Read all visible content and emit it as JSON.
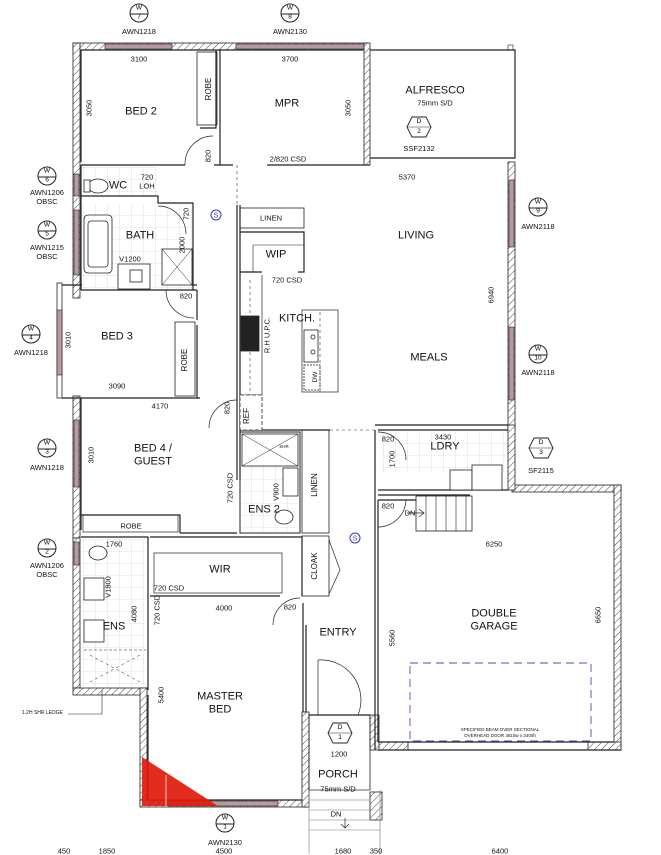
{
  "plan": {
    "rooms": {
      "bed2": "BED 2",
      "mpr": "MPR",
      "alfresco": "ALFRESCO",
      "alfresco_sub": "75mm S/D",
      "wc": "WC",
      "bath": "BATH",
      "linen_top": "LINEN",
      "wip": "WIP",
      "living": "LIVING",
      "bed3": "BED 3",
      "kitch": "KITCH.",
      "meals": "MEALS",
      "bed4_line1": "BED 4 /",
      "bed4_line2": "GUEST",
      "ens2": "ENS 2",
      "linen_mid": "LINEN",
      "ldry": "LDRY",
      "robe_bed4": "ROBE",
      "wir": "WIR",
      "cloak": "CLOAK",
      "ens": "ENS",
      "entry": "ENTRY",
      "double_garage_l1": "DOUBLE",
      "double_garage_l2": "GARAGE",
      "master_l1": "MASTER",
      "master_l2": "BED",
      "porch": "PORCH",
      "porch_sub": "75mm S/D",
      "robe_bed2": "ROBE",
      "robe_bed3": "ROBE",
      "ref": "REF",
      "shr": "SHR",
      "dw": "DW",
      "rh_upc": "R.H U.P.C."
    },
    "dimensions": {
      "bed2_width": "3100",
      "mpr_width": "3700",
      "bed2_depth": "3050",
      "mpr_depth": "3050",
      "bed2_door": "820",
      "mpr_door": "2/820 CSD",
      "alfresco_opening": "5370",
      "wc_door": "720",
      "wc_door_type": "LOH",
      "bath_door": "720",
      "bath_shower": "2000",
      "bath_vanity": "V1200",
      "bed3_door": "820",
      "bed3_depth": "3010",
      "bed3_width": "3090",
      "living_depth": "6940",
      "wip_door": "720 CSD",
      "hall_width": "4170",
      "bed4_door": "820",
      "bed4_depth": "3010",
      "ens2_door": "720 CSD",
      "ens2_vanity": "V900",
      "ldry_width": "3430",
      "ldry_depth": "1700",
      "ldry_door": "820",
      "garage_door_in": "820",
      "ens_width": "1760",
      "ens_vanity": "V1800",
      "ens_depth": "4080",
      "ens_door": "720 CSD",
      "wir_door": "720 CSD",
      "wir_width": "4000",
      "entry_door": "820",
      "garage_depth_left": "5560",
      "garage_width": "6250",
      "garage_depth_right": "6650",
      "master_depth": "5400",
      "porch_width": "1200",
      "bottom_450": "450",
      "bottom_1850": "1850",
      "bottom_4500": "4500",
      "bottom_1680": "1680",
      "bottom_350": "350",
      "bottom_6400": "6400"
    },
    "windows": [
      {
        "type": "W",
        "num": "7",
        "code": "AWN1218",
        "extra": ""
      },
      {
        "type": "W",
        "num": "8",
        "code": "AWN2130",
        "extra": ""
      },
      {
        "type": "W",
        "num": "6",
        "code": "AWN1206",
        "extra": "OBSC"
      },
      {
        "type": "W",
        "num": "5",
        "code": "AWN1215",
        "extra": "OBSC"
      },
      {
        "type": "W",
        "num": "4",
        "code": "AWN1218",
        "extra": ""
      },
      {
        "type": "W",
        "num": "3",
        "code": "AWN1218",
        "extra": ""
      },
      {
        "type": "W",
        "num": "2",
        "code": "AWN1206",
        "extra": "OBSC"
      },
      {
        "type": "W",
        "num": "1",
        "code": "AWN2130",
        "extra": ""
      },
      {
        "type": "W",
        "num": "9",
        "code": "AWN2118",
        "extra": ""
      },
      {
        "type": "W",
        "num": "10",
        "code": "AWN2118",
        "extra": ""
      }
    ],
    "doors": [
      {
        "type": "D",
        "num": "2",
        "code": "SSF2132"
      },
      {
        "type": "D",
        "num": "3",
        "code": "SF2115"
      },
      {
        "type": "D",
        "num": "1",
        "code": ""
      }
    ],
    "notes": {
      "shr_ledge": "1.2H SHR LEDGE",
      "garage_beam_l1": "SPECIFIED BEAM OVER SECTIONAL",
      "garage_beam_l2": "OVERHEAD DOOR 4810w x 2400h",
      "stair_dn": "DN",
      "porch_dn": "DN",
      "smoke_symbol": "S"
    },
    "colors": {
      "wall": "#222222",
      "window_fill": "#b89a9e",
      "hatch": "#444444",
      "garage_door_outline": "#4a4ac0",
      "smoke_detector": "#3b3bb0",
      "highlight_red": "#e01a0a"
    }
  }
}
